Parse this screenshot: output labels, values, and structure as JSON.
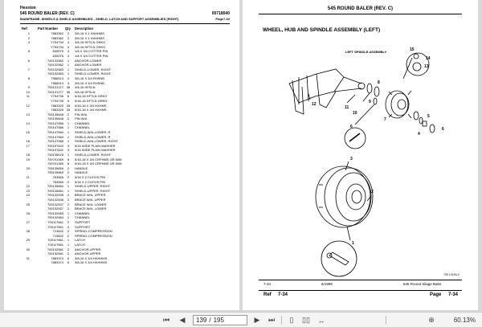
{
  "left_page": {
    "brand": "Hesston",
    "title": "545 ROUND BALER (REV. C)",
    "doc_no": "00718040",
    "section": "MAINFRAME, WHEELS & SHIELD ASSEMBLIES - SHIELD, LATCH AND SUPPORT ASSEMBLIES (RIGHT)",
    "page_ref": "Page7-32",
    "col_ref": "Ref",
    "col_part": "Part Number",
    "col_qty": "Qty",
    "col_desc": "Description",
    "rows": [
      [
        "1",
        "7883362",
        "2",
        "3/8-16 X 1 HXHHMS"
      ],
      [
        "2",
        "7883362",
        "2",
        "3/8-16 X 1 HXHHMS"
      ],
      [
        "3",
        "Y794734",
        "4",
        "3/8-16 HFTLN GRKG"
      ],
      [
        "",
        "Y794734",
        "4",
        "3/8-16 HFTLN GRKG"
      ],
      [
        "5",
        "630075",
        "4",
        "1/8 X 3/4 COTTER PIN"
      ],
      [
        "",
        "630075",
        "4",
        "1/8 X 3/4 COTTER PIN"
      ],
      [
        "6",
        "700132582",
        "1",
        "ANCHOR-LOWER"
      ],
      [
        "",
        "700132582",
        "1",
        "ANCHOR-LOWER"
      ],
      [
        "7",
        "700132583",
        "1",
        "SHIELD-LOWER, RIGHT"
      ],
      [
        "",
        "700132583",
        "1",
        "SHIELD-LOWER, RIGHT"
      ],
      [
        "8",
        "7986513",
        "4",
        "3/8-16 X 3/4 RHSNB"
      ],
      [
        "",
        "7986513",
        "4",
        "3/8-16 X 3/4 RHSNB"
      ],
      [
        "9",
        "700131277",
        "36",
        "3/8-16 HFSLN"
      ],
      [
        "10",
        "700131277",
        "36",
        "3/8-16 HFSLN"
      ],
      [
        "11",
        "Y794735",
        "6",
        "5/16-18 HFTLN GRKG"
      ],
      [
        "",
        "Y794735",
        "6",
        "5/16-18 HFTLN GRKG"
      ],
      [
        "12",
        "7883325",
        "28",
        "5/16-18 X 3/4 HXHMS"
      ],
      [
        "",
        "7883325",
        "28",
        "5/16-18 X 3/4 HXHMS"
      ],
      [
        "13",
        "700135648",
        "2",
        "PIN W/A"
      ],
      [
        "",
        "700135648",
        "2",
        "PIN W/A"
      ],
      [
        "14",
        "700147586",
        "1",
        "CHANNEL"
      ],
      [
        "",
        "700147586",
        "1",
        "CHANNEL"
      ],
      [
        "15",
        "700147584",
        "1",
        "SHIELD-W/A-LOWER, R"
      ],
      [
        "",
        "700147584",
        "1",
        "SHIELD-W/A-LOWER, R"
      ],
      [
        "16",
        "700147585",
        "1",
        "SHIELD-W/A-LOWER, RIGHT"
      ],
      [
        "17",
        "700157642",
        "3",
        "5/16 WIDE PLAIN WASHER"
      ],
      [
        "",
        "700157642",
        "3",
        "5/16 WIDE PLAIN WASHER"
      ],
      [
        "18",
        "700135678",
        "1",
        "SHIELD-LOWER, RIGHT"
      ],
      [
        "19",
        "700701069",
        "8",
        "5/16-18 X 3/4 CRPHMS GR 60M"
      ],
      [
        "",
        "700701069",
        "8",
        "5/16-18 X 3/4 CRPHMS GR 60M"
      ],
      [
        "20",
        "700135659",
        "2",
        "HANDLE"
      ],
      [
        "",
        "700135660",
        "2",
        "HANDLE"
      ],
      [
        "21",
        "763565",
        "2",
        "5/16 X 2 CLEVIS PIN"
      ],
      [
        "",
        "763565",
        "2",
        "5/16 X 2 CLEVIS PIN"
      ],
      [
        "22",
        "700135660",
        "1",
        "SHIELD-UPPER, RIGHT"
      ],
      [
        "23",
        "700135661",
        "1",
        "SHIELD-UPPER, RIGHT"
      ],
      [
        "24",
        "700132535",
        "2",
        "BRACE W/A, UPPER"
      ],
      [
        "",
        "700132536",
        "2",
        "BRACE W/A, UPPER"
      ],
      [
        "25",
        "700132537",
        "2",
        "BRACE W/A, LOWER"
      ],
      [
        "",
        "700132537",
        "2",
        "BRACE W/A, LOWER"
      ],
      [
        "26",
        "700132583",
        "1",
        "CHANNEL"
      ],
      [
        "",
        "700132584",
        "1",
        "CHANNEL"
      ],
      [
        "27",
        "700117661",
        "2",
        "SUPPORT"
      ],
      [
        "",
        "700117661",
        "2",
        "SUPPORT"
      ],
      [
        "28",
        "713642",
        "2",
        "SPRING-COMPRESSION"
      ],
      [
        "",
        "713642",
        "2",
        "SPRING-COMPRESSION"
      ],
      [
        "29",
        "700117661",
        "1",
        "LATCH"
      ],
      [
        "",
        "700117661",
        "1",
        "LATCH"
      ],
      [
        "30",
        "700132581",
        "2",
        "ANCHOR-UPPER"
      ],
      [
        "",
        "700132581",
        "2",
        "ANCHOR-UPPER"
      ],
      [
        "31",
        "7883374",
        "6",
        "3/8-16 X 3/4 HXHHMS"
      ],
      [
        "",
        "7883374",
        "6",
        "3/8-16 X 3/4 HXHHMS"
      ]
    ]
  },
  "right_page": {
    "title": "545 ROUND BALER (REV. C)",
    "subtitle": "WHEEL, HUB AND SPINDLE ASSEMBLY (LEFT)",
    "label_spindle": "LEFT SPINDLE ASSEMBLY",
    "callouts": [
      "1",
      "2",
      "3",
      "4",
      "5",
      "6",
      "7",
      "8",
      "9",
      "10",
      "11",
      "12",
      "13",
      "14"
    ],
    "foot_page": "7-34",
    "foot_date": "6/1999",
    "foot_title": "545 Round Silage Baler",
    "foot_ref_label": "Ref",
    "foot_ref_val": "7-34",
    "foot_page_label": "Page",
    "foot_page_val": "7-34",
    "fig_code": "700 13193-0"
  },
  "toolbar": {
    "current_page": "139",
    "page_sep": "/",
    "total_pages": "195",
    "zoom": "60.13%"
  }
}
